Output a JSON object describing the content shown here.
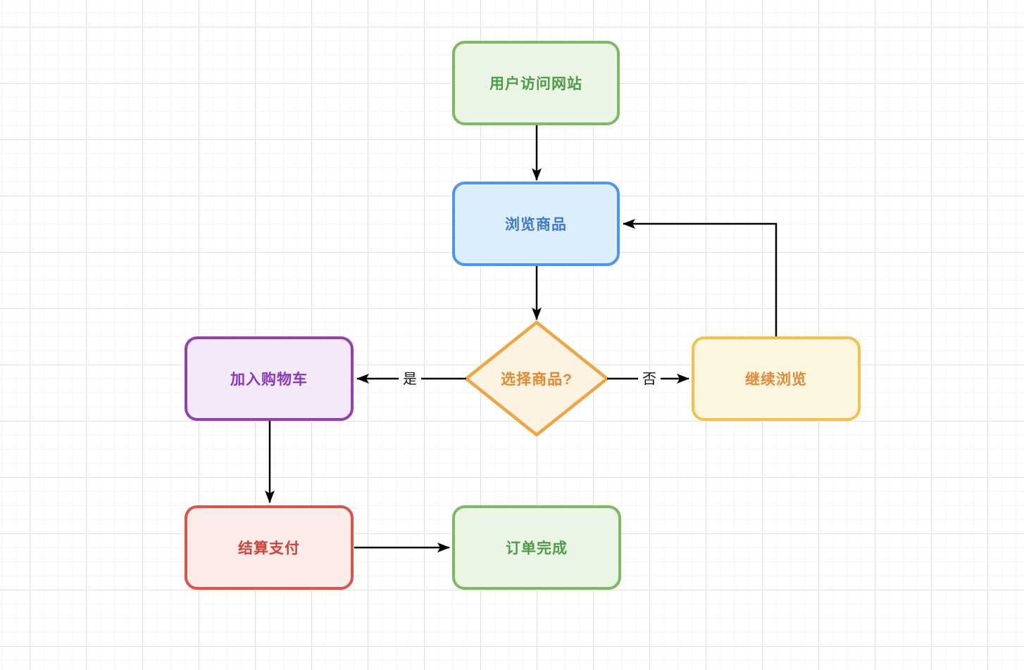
{
  "diagram": {
    "type": "flowchart",
    "nodes": [
      {
        "id": "visit",
        "label": "用户访问网站",
        "shape": "rounded-rect",
        "fill": "#EAF5E5",
        "border": "#7DBA63",
        "text_color": "#4E9B48"
      },
      {
        "id": "browse",
        "label": "浏览商品",
        "shape": "rounded-rect",
        "fill": "#DCEDFB",
        "border": "#4E97E8",
        "text_color": "#3E79CE"
      },
      {
        "id": "decision",
        "label": "选择商品?",
        "shape": "diamond",
        "fill": "#FCF3E2",
        "border": "#F0A541",
        "text_color": "#E2892E"
      },
      {
        "id": "cart",
        "label": "加入购物车",
        "shape": "rounded-rect",
        "fill": "#F4E9F8",
        "border": "#9340B5",
        "text_color": "#8A36BF"
      },
      {
        "id": "continue",
        "label": "继续浏览",
        "shape": "rounded-rect",
        "fill": "#FDF6DF",
        "border": "#F1C24D",
        "text_color": "#E08A38"
      },
      {
        "id": "pay",
        "label": "结算支付",
        "shape": "rounded-rect",
        "fill": "#FBEBE9",
        "border": "#DC5449",
        "text_color": "#CE4337"
      },
      {
        "id": "done",
        "label": "订单完成",
        "shape": "rounded-rect",
        "fill": "#EAF5E5",
        "border": "#7DBA63",
        "text_color": "#4E9B48"
      }
    ],
    "edges": [
      {
        "from": "visit",
        "to": "browse",
        "label": ""
      },
      {
        "from": "browse",
        "to": "decision",
        "label": ""
      },
      {
        "from": "decision",
        "to": "cart",
        "label": "是"
      },
      {
        "from": "decision",
        "to": "continue",
        "label": "否"
      },
      {
        "from": "continue",
        "to": "browse",
        "label": ""
      },
      {
        "from": "cart",
        "to": "pay",
        "label": ""
      },
      {
        "from": "pay",
        "to": "done",
        "label": ""
      }
    ],
    "edge_color": "#000000"
  }
}
